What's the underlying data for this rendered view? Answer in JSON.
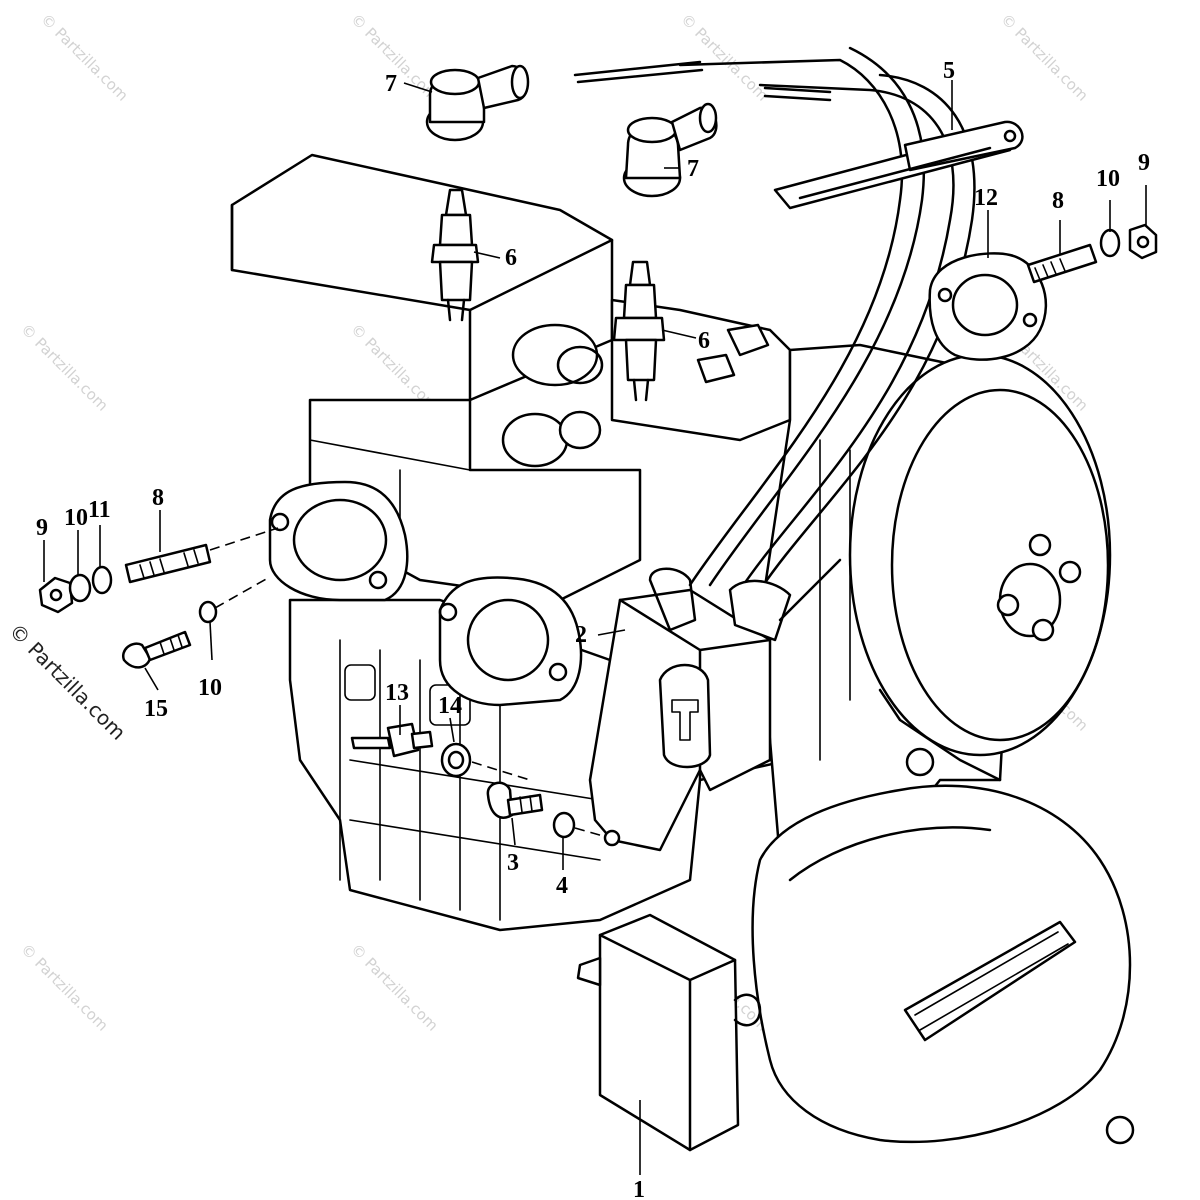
{
  "watermark": "© Partzilla.com",
  "callouts": {
    "c1": "1",
    "c2": "2",
    "c3": "3",
    "c4": "4",
    "c5": "5",
    "c6a": "6",
    "c6b": "6",
    "c7a": "7",
    "c7b": "7",
    "c8a": "8",
    "c8b": "8",
    "c9a": "9",
    "c9b": "9",
    "c10a": "10",
    "c10b": "10",
    "c10c": "10",
    "c11": "11",
    "c12": "12",
    "c13": "13",
    "c14": "14",
    "c15": "15"
  }
}
